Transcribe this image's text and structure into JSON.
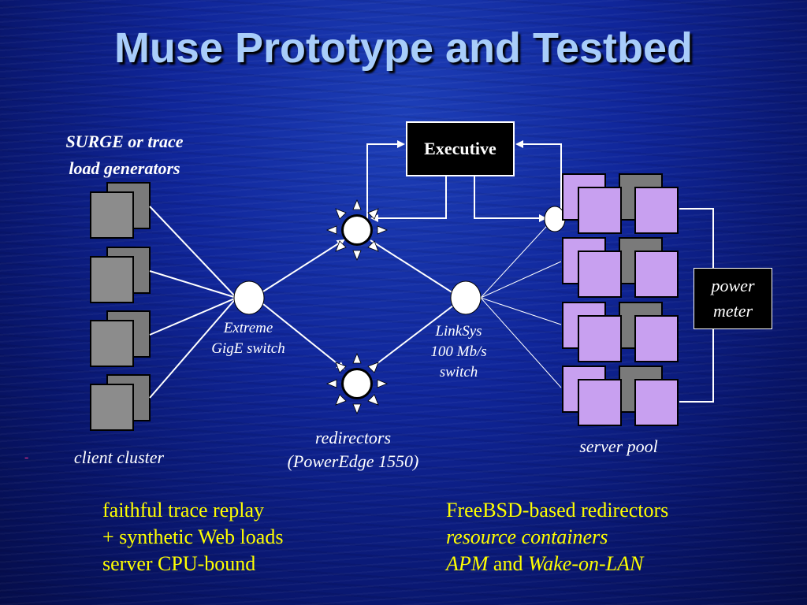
{
  "title": "Muse Prototype and Testbed",
  "labels": {
    "load_generators_line1": "SURGE or trace",
    "load_generators_line2": "load generators",
    "executive": "Executive",
    "extreme_line1": "Extreme",
    "extreme_line2": "GigE switch",
    "linksys_line1": "LinkSys",
    "linksys_line2": "100 Mb/s",
    "linksys_line3": "switch",
    "power_meter_line1": "power",
    "power_meter_line2": "meter",
    "client_cluster": "client cluster",
    "redirectors_line1": "redirectors",
    "redirectors_line2": "(PowerEdge 1550)",
    "server_pool": "server pool",
    "bullet_marker": "-"
  },
  "bullets_left": [
    "faithful trace replay",
    "+ synthetic Web loads",
    "server CPU-bound"
  ],
  "bullets_right": {
    "line1": "FreeBSD-based redirectors",
    "line2": "resource containers",
    "line3_part1": "APM",
    "line3_part2": " and ",
    "line3_part3": "Wake-on-LAN"
  },
  "colors": {
    "title": "#a8cdfa",
    "bullet_text": "#ffff00",
    "client_box": "#8c8c8c",
    "server_box": "#c8a0f0",
    "server_back": "#7a7a7a"
  }
}
